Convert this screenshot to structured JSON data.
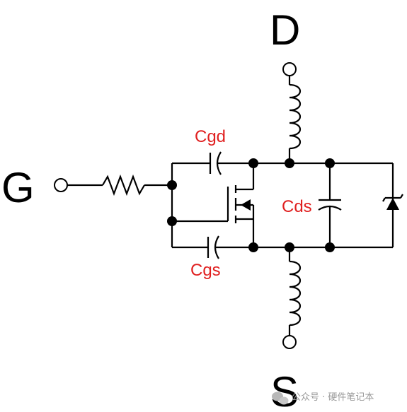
{
  "terminals": {
    "gate": "G",
    "drain": "D",
    "source": "S"
  },
  "capacitors": {
    "gate_drain": "Cgd",
    "gate_source": "Cgs",
    "drain_source": "Cds"
  },
  "watermark": {
    "text": "公众号 · 硬件笔记本",
    "icon": "wechat-icon"
  },
  "colors": {
    "wire": "#000000",
    "cap_label": "#e02020",
    "watermark": "#9a9a9a"
  }
}
